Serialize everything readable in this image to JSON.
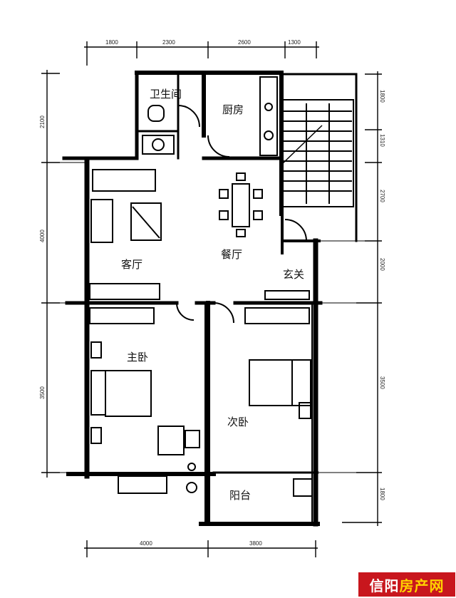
{
  "rooms": {
    "bathroom": "卫生间",
    "kitchen": "厨房",
    "living": "客厅",
    "dining": "餐厅",
    "entry": "玄关",
    "master": "主卧",
    "second": "次卧",
    "balcony": "阳台"
  },
  "dimensions": {
    "top": [
      "1800",
      "2300",
      "2600",
      "1300"
    ],
    "bottom": [
      "4000",
      "3800"
    ],
    "left": [
      "2100",
      "4000",
      "3500"
    ],
    "right": [
      "1800",
      "1310",
      "2700",
      "2000",
      "3500",
      "1800"
    ]
  },
  "watermark": {
    "part1": "信阳",
    "part2": "房产网"
  },
  "colors": {
    "wall": "#000000",
    "watermark_bg": "#c8161d",
    "watermark_accent": "#ffd200"
  }
}
